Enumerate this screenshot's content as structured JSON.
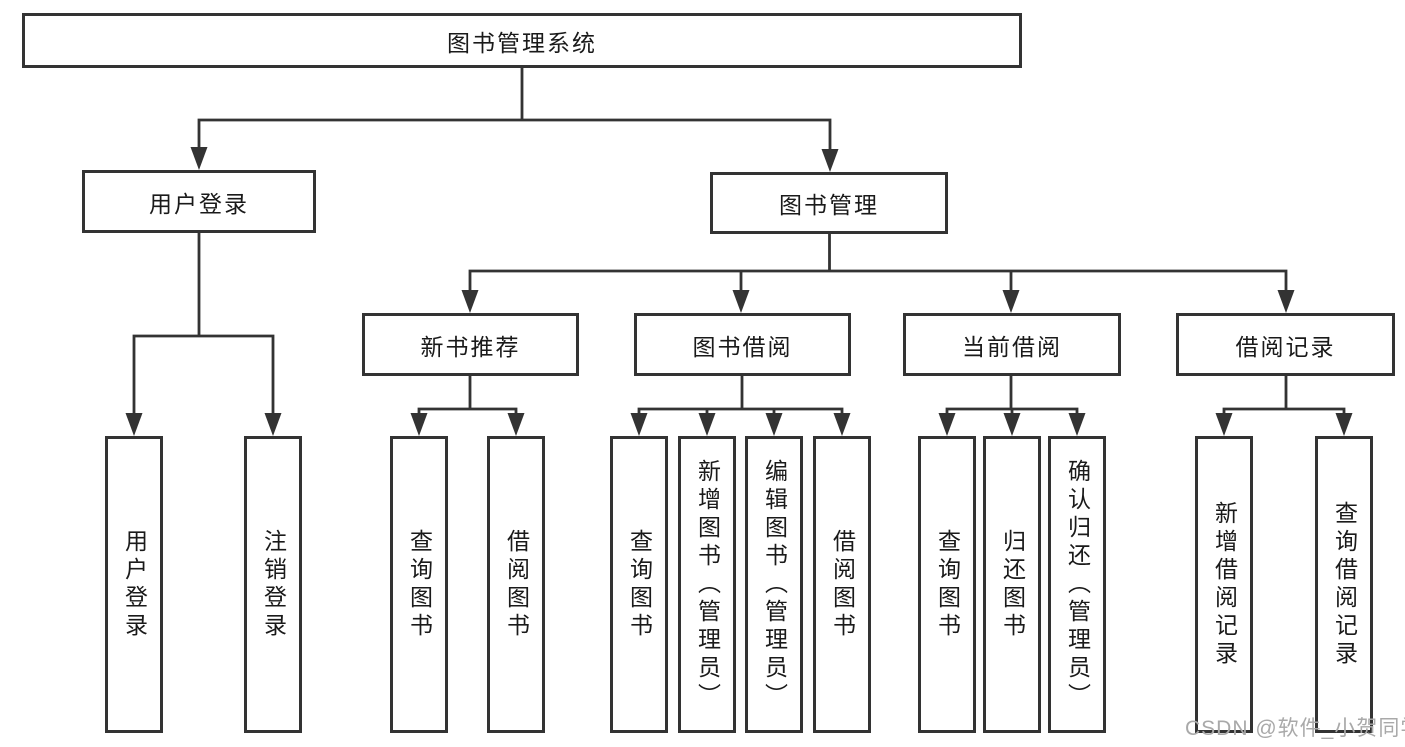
{
  "diagram": {
    "root": "图书管理系统",
    "branches": [
      {
        "label": "用户登录",
        "children": [
          "用户登录",
          "注销登录"
        ]
      },
      {
        "label": "图书管理",
        "children": [
          {
            "label": "新书推荐",
            "children": [
              "查询图书",
              "借阅图书"
            ]
          },
          {
            "label": "图书借阅",
            "children": [
              "查询图书",
              "新增图书（管理员）",
              "编辑图书（管理员）",
              "借阅图书"
            ]
          },
          {
            "label": "当前借阅",
            "children": [
              "查询图书",
              "归还图书",
              "确认归还（管理员）"
            ]
          },
          {
            "label": "借阅记录",
            "children": [
              "新增借阅记录",
              "查询借阅记录"
            ]
          }
        ]
      }
    ]
  },
  "watermark": "CSDN @软件_小贺同学",
  "colors": {
    "line": "#333333",
    "box_border": "#333333",
    "text": "#1a1a1a",
    "watermark": "#a9a9a9",
    "background": "#ffffff"
  }
}
